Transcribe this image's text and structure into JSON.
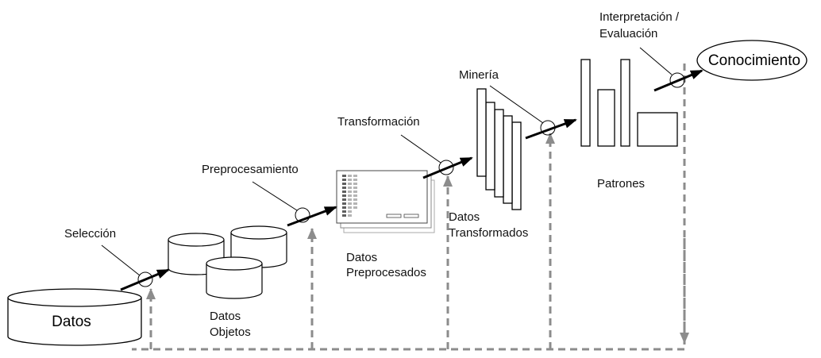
{
  "diagram": {
    "steps": {
      "seleccion": "Selección",
      "preprocesamiento": "Preprocesamiento",
      "transformacion": "Transformación",
      "mineria": "Minería",
      "interpretacion_line1": "Interpretación /",
      "interpretacion_line2": "Evaluación"
    },
    "stages": {
      "datos": "Datos",
      "datos_objetos_line1": "Datos",
      "datos_objetos_line2": "Objetos",
      "datos_preprocesados_line1": "Datos",
      "datos_preprocesados_line2": "Preprocesados",
      "datos_transformados_line1": "Datos",
      "datos_transformados_line2": "Transformados",
      "patrones": "Patrones",
      "conocimiento": "Conocimiento"
    }
  },
  "colors": {
    "stroke": "#000000",
    "feedback": "#8c8c8c",
    "sheet_dark": "#606060",
    "sheet_light": "#b4b4b4"
  }
}
